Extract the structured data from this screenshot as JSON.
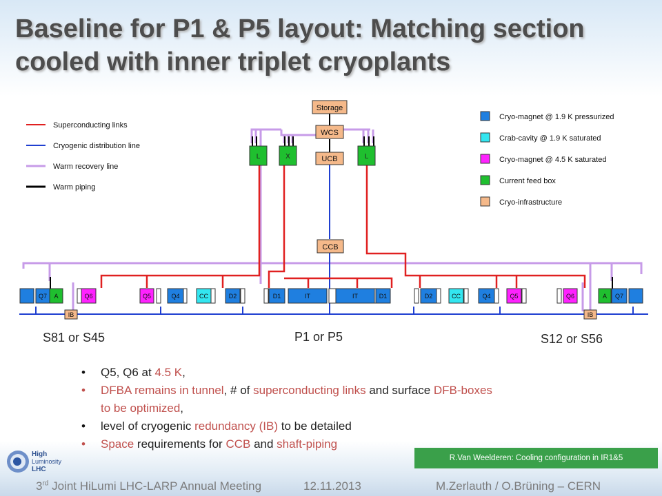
{
  "title": "Baseline for P1 & P5 layout: Matching section cooled with inner triplet cryoplants",
  "colors": {
    "superconducting_link": "#e02020",
    "cryo_distribution": "#1f3fd0",
    "warm_recovery": "#c79be8",
    "warm_piping": "#000000",
    "cryo_magnet_19K_pressurized": "#1f7fe0",
    "crab_cavity_19K_saturated": "#33e6f0",
    "cryo_magnet_45K_saturated": "#ff22ff",
    "current_feed_box": "#1fbf2f",
    "cryo_infrastructure": "#f5b98a"
  },
  "legend_lines": [
    {
      "label": "Superconducting links",
      "color": "#e02020",
      "icon": "line-red"
    },
    {
      "label": "Cryogenic distribution line",
      "color": "#1f3fd0",
      "icon": "line-blue"
    },
    {
      "label": "Warm recovery line",
      "color": "#c79be8",
      "icon": "line-violet"
    },
    {
      "label": "Warm piping",
      "color": "#000000",
      "icon": "line-black"
    }
  ],
  "legend_boxes": [
    {
      "label": "Cryo-magnet @ 1.9 K pressurized",
      "color": "#1f7fe0"
    },
    {
      "label": "Crab-cavity @ 1.9 K saturated",
      "color": "#33e6f0"
    },
    {
      "label": "Cryo-magnet @ 4.5 K saturated",
      "color": "#ff22ff"
    },
    {
      "label": "Current feed box",
      "color": "#1fbf2f"
    },
    {
      "label": "Cryo-infrastructure",
      "color": "#f5b98a"
    }
  ],
  "infrastructure": {
    "storage": "Storage",
    "wcs": "WCS",
    "ucb": "UCB",
    "ccb": "CCB"
  },
  "feed_boxes": {
    "left": "L",
    "middle": "X",
    "right": "L"
  },
  "beamline_components": [
    "Q7",
    "A",
    "Q6",
    "Q5",
    "Q4",
    "CC",
    "D2",
    "D1",
    "IT",
    "IT",
    "D1",
    "D2",
    "CC",
    "Q4",
    "Q5",
    "Q6",
    "A",
    "Q7"
  ],
  "ib": {
    "left": "IB",
    "right": "IB"
  },
  "sector_labels": {
    "left": "S81 or S45",
    "center": "P1 or P5",
    "right": "S12 or S56"
  },
  "bullets": {
    "b1": {
      "p1": "Q5, Q6 at ",
      "p2": "4.5 K",
      "p3": ","
    },
    "b2": {
      "p1": "DFBA remains in tunnel",
      "p2": ", # of ",
      "p3": "superconducting links",
      "p4": " and surface ",
      "p5": "DFB-boxes to be optimized",
      "p6": ","
    },
    "b3": {
      "p1": "level of cryogenic ",
      "p2": "redundancy (IB)",
      "p3": " to be detailed"
    },
    "b4": {
      "p1": "Space",
      "p2": " requirements for ",
      "p3": "CCB",
      "p4": " and ",
      "p5": "shaft-piping"
    }
  },
  "reference": "R.Van Weelderen: Cooling configuration in IR1&5",
  "logo": {
    "line1": "High",
    "line2": "Luminosity",
    "line3": "LHC"
  },
  "footer": {
    "meeting_prefix": "3",
    "meeting_sup": "rd",
    "meeting_rest": " Joint HiLumi LHC-LARP Annual Meeting",
    "date": "12.11.2013",
    "authors": "M.Zerlauth / O.Brüning – CERN"
  }
}
